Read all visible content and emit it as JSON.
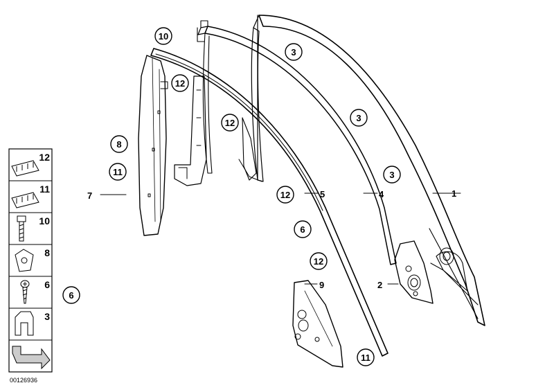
{
  "diagram": {
    "doc_id": "00126936",
    "part_labels": [
      {
        "id": "lbl-1",
        "text": "1"
      },
      {
        "id": "lbl-2",
        "text": "2"
      },
      {
        "id": "lbl-4",
        "text": "4"
      },
      {
        "id": "lbl-5",
        "text": "5"
      },
      {
        "id": "lbl-7",
        "text": "7"
      },
      {
        "id": "lbl-9",
        "text": "9"
      }
    ],
    "callouts": [
      {
        "id": "c10",
        "text": "10"
      },
      {
        "id": "c3a",
        "text": "3"
      },
      {
        "id": "c12a",
        "text": "12"
      },
      {
        "id": "c12b",
        "text": "12"
      },
      {
        "id": "c3b",
        "text": "3"
      },
      {
        "id": "c8",
        "text": "8"
      },
      {
        "id": "c11a",
        "text": "11"
      },
      {
        "id": "c3c",
        "text": "3"
      },
      {
        "id": "c12c",
        "text": "12"
      },
      {
        "id": "c6a",
        "text": "6"
      },
      {
        "id": "c12d",
        "text": "12"
      },
      {
        "id": "c6b",
        "text": "6"
      },
      {
        "id": "c11b",
        "text": "11"
      }
    ],
    "legend": [
      {
        "num": "12",
        "icon": "clip-icon"
      },
      {
        "num": "11",
        "icon": "clip-icon"
      },
      {
        "num": "10",
        "icon": "bolt-icon"
      },
      {
        "num": "8",
        "icon": "nut-icon"
      },
      {
        "num": "6",
        "icon": "screw-icon"
      },
      {
        "num": "3",
        "icon": "bracket-clip-icon"
      },
      {
        "num": "",
        "icon": "arrow-icon"
      }
    ]
  }
}
